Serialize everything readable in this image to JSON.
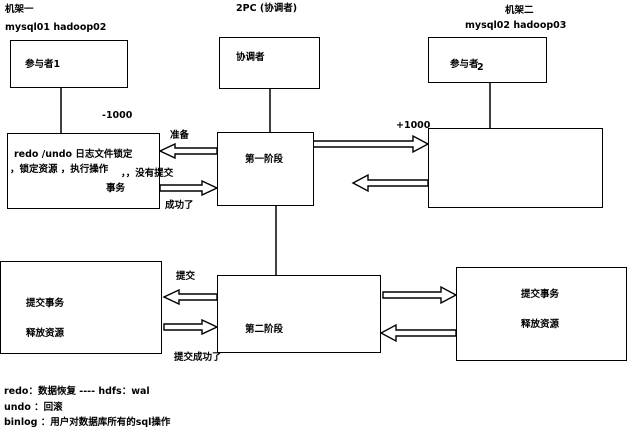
{
  "rack_one": {
    "title": "机架一",
    "hosts": "mysql01   hadoop02"
  },
  "rack_two": {
    "title": "机架二",
    "hosts": "mysql02 hadoop03"
  },
  "coordinator_header": "2PC (协调者)",
  "boxes": {
    "participant1": "参与者1",
    "coordinator": "协调者",
    "participant2_base": "参与者",
    "participant2_sub": "2",
    "phase1": "第一阶段",
    "phase2": "第二阶段",
    "left_top_line1": "redo /undo 日志文件锁定",
    "left_top_line2": "，锁定资源 ，执行操作",
    "left_top_line3": "，，没有提交",
    "left_top_line4": "事务",
    "left_bottom_line1": "提交事务",
    "left_bottom_line2": "释放资源",
    "right_bottom_line1": "提交事务",
    "right_bottom_line2": "释放资源"
  },
  "labels": {
    "minus": "-1000",
    "plus": "+1000",
    "prepare": "准备",
    "success": "成功了",
    "commit": "提交",
    "commit_success": "提交成功了"
  },
  "notes": [
    "redo：数据恢复 ---- hdfs：wal",
    "undo ：回滚",
    "binlog ：用户对数据库所有的sql操作"
  ]
}
